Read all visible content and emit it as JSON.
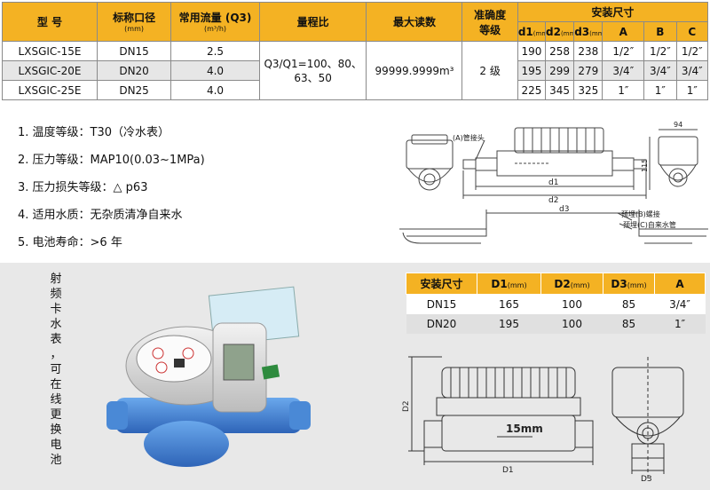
{
  "spec_table": {
    "headers": {
      "model": "型   号",
      "nominal": "标称口径",
      "nominal_unit": "(mm)",
      "flow": "常用流量 (Q3)",
      "flow_unit": "(m³/h)",
      "range_ratio": "量程比",
      "max_reading": "最大读数",
      "accuracy_line1": "准确度",
      "accuracy_line2": "等级",
      "install": "安装尺寸",
      "d1": "d1",
      "d2": "d2",
      "d3": "d3",
      "mm": "(mm)",
      "a": "A",
      "b": "B",
      "c": "C"
    },
    "range_ratio_value": "Q3/Q1=100、80、63、50",
    "max_reading_value": "99999.9999m³",
    "accuracy_value": "2 级",
    "rows": [
      {
        "model": "LXSGIC-15E",
        "dn": "DN15",
        "flow": "2.5",
        "d1": "190",
        "d2": "258",
        "d3": "238",
        "a": "1/2″",
        "b": "1/2″",
        "c": "1/2″"
      },
      {
        "model": "LXSGIC-20E",
        "dn": "DN20",
        "flow": "4.0",
        "d1": "195",
        "d2": "299",
        "d3": "279",
        "a": "3/4″",
        "b": "3/4″",
        "c": "3/4″"
      },
      {
        "model": "LXSGIC-25E",
        "dn": "DN25",
        "flow": "4.0",
        "d1": "225",
        "d2": "345",
        "d3": "325",
        "a": "1″",
        "b": "1″",
        "c": "1″"
      }
    ]
  },
  "notes": [
    "1. 温度等级：T30（冷水表）",
    "2. 压力等级：MAP10(0.03~1MPa)",
    "3. 压力损失等级：△ p63",
    "4. 适用水质：无杂质清净自来水",
    "5. 电池寿命：>6 年"
  ],
  "diagram_top": {
    "label_a": "(A)管接头",
    "label_b": "预埋(B)螺接",
    "label_c": "预埋(C)自来水管",
    "dim_94": "94",
    "dim_115": "115",
    "d1": "d1",
    "d2": "d2",
    "d3": "d3"
  },
  "vertical_text": [
    "射",
    "频",
    "卡",
    "水",
    "表",
    "，",
    "可",
    "在",
    "线",
    "更",
    "换",
    "电",
    "池"
  ],
  "small_table": {
    "headers": [
      "安装尺寸",
      "D1",
      "D2",
      "D3",
      "A"
    ],
    "unit": "(mm)",
    "rows": [
      [
        "DN15",
        "165",
        "100",
        "85",
        "3/4″"
      ],
      [
        "DN20",
        "195",
        "100",
        "85",
        "1″"
      ]
    ]
  },
  "diagram_bottom": {
    "d1": "D1",
    "d2": "D2",
    "d3": "D3",
    "flow_label": "15mm"
  },
  "colors": {
    "header": "#f4b223",
    "panel": "#e8e8e8",
    "meter_blue": "#3f7fd1"
  }
}
